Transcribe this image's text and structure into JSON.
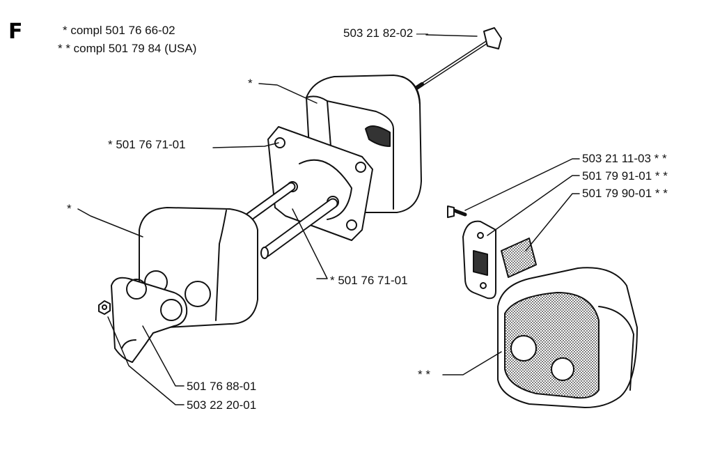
{
  "section_letter": "F",
  "legend": [
    "* compl 501 76 66-02",
    "* * compl 501 79 84 (USA)"
  ],
  "labels": {
    "bolt_long": "503 21 82-02 —",
    "muffler_rear_star": "*",
    "gasket": "* 501 76 71-01",
    "muffler_front_star": "*",
    "tube": "* 501 76 71-01",
    "plate": "501 76 88-01",
    "nut": "503 22 20-01",
    "screw_usa": "503 21 11-03  * *",
    "plate_usa": "501 79 91-01  * *",
    "gasket_usa": "501 79 90-01  * *",
    "muffler_usa": "* *"
  },
  "colors": {
    "ink": "#111111",
    "background": "#ffffff"
  }
}
